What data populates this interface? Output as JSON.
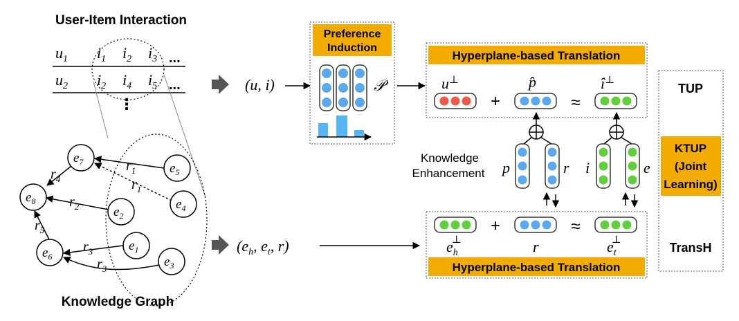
{
  "left": {
    "user_item_title": "User-Item Interaction",
    "kg_title": "Knowledge Graph",
    "rows": [
      {
        "user": "u",
        "user_sub": "1",
        "items": [
          [
            "i",
            "1"
          ],
          [
            "i",
            "2"
          ],
          [
            "i",
            "3"
          ]
        ],
        "ellipsis": "..."
      },
      {
        "user": "u",
        "user_sub": "2",
        "items": [
          [
            "i",
            "2"
          ],
          [
            "i",
            "4"
          ],
          [
            "i",
            "5"
          ]
        ],
        "ellipsis": "..."
      }
    ],
    "vdots": "⋮",
    "entities": {
      "e7": [
        "e",
        "7"
      ],
      "e8": [
        "e",
        "8"
      ],
      "e6": [
        "e",
        "6"
      ],
      "e5": [
        "e",
        "5"
      ],
      "e4": [
        "e",
        "4"
      ],
      "e2": [
        "e",
        "2"
      ],
      "e1": [
        "e",
        "1"
      ],
      "e3": [
        "e",
        "3"
      ]
    },
    "relations": {
      "r4": [
        "r",
        "4"
      ],
      "r1a": [
        "r",
        "1"
      ],
      "r1b": [
        "r",
        "1"
      ],
      "r2": [
        "r",
        "2"
      ],
      "r5": [
        "r",
        "5"
      ],
      "r3a": [
        "r",
        "3"
      ],
      "r3b": [
        "r",
        "3"
      ]
    }
  },
  "inputs": {
    "ui": "(u, i)",
    "kg": [
      "(e",
      "h",
      ", e",
      "t",
      ", r)"
    ]
  },
  "preference": {
    "title_line1": "Preference",
    "title_line2": "Induction",
    "symbol": "𝒫"
  },
  "tup_box": {
    "title": "Hyperplane-based Translation",
    "u_label": "u",
    "u_sup": "⊥",
    "plus": "+",
    "p_label": "p̂",
    "approx": "≈",
    "i_label": "î",
    "i_sup": "⊥"
  },
  "transh_box": {
    "title": "Hyperplane-based Translation",
    "plus": "+",
    "approx": "≈",
    "eh": [
      "e",
      "h",
      "⊥"
    ],
    "r": "r",
    "et": [
      "e",
      "t",
      "⊥"
    ]
  },
  "enhancement": {
    "line1": "Knowledge",
    "line2": "Enhancement",
    "p": "p",
    "r": "r",
    "i": "i",
    "e": "e",
    "oplus": "⊕"
  },
  "side_panel": {
    "tup": "TUP",
    "ktup_line1": "KTUP",
    "ktup_line2": "(Joint",
    "ktup_line3": "Learning)",
    "transh": "TransH"
  },
  "colors": {
    "orange": "#f2ab00",
    "blue": "#5aa8ef",
    "green": "#5fcf3d",
    "red": "#ee5a4a",
    "bar": "#55b4f2",
    "arrow_gray": "#555555"
  }
}
